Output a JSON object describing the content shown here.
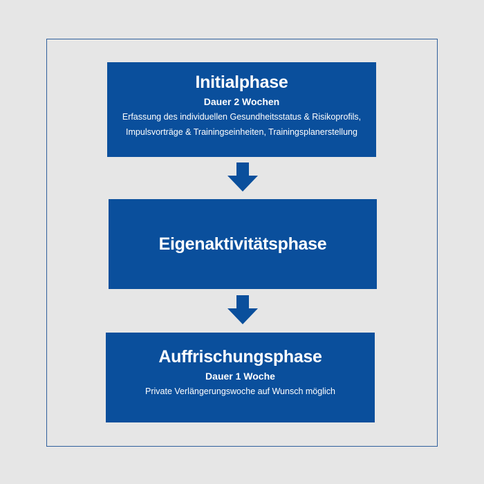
{
  "colors": {
    "background": "#e6e6e6",
    "box_fill": "#0a4f9c",
    "frame_stroke": "#2f5f9c",
    "text": "#ffffff"
  },
  "phases": [
    {
      "title": "Initialphase",
      "duration": "Dauer 2 Wochen",
      "description_lines": [
        "Erfassung des individuellen Gesundheitsstatus & Risikoprofils,",
        "Impulsvorträge & Trainingseinheiten, Trainingsplanerstellung"
      ]
    },
    {
      "title": "Eigenaktivitätsphase"
    },
    {
      "title": "Auffrischungsphase",
      "duration": "Dauer 1 Woche",
      "description_lines": [
        "Private Verlängerungswoche auf Wunsch möglich"
      ]
    }
  ],
  "connectors": [
    {
      "icon": "arrow-down-icon"
    },
    {
      "icon": "arrow-down-icon"
    }
  ]
}
